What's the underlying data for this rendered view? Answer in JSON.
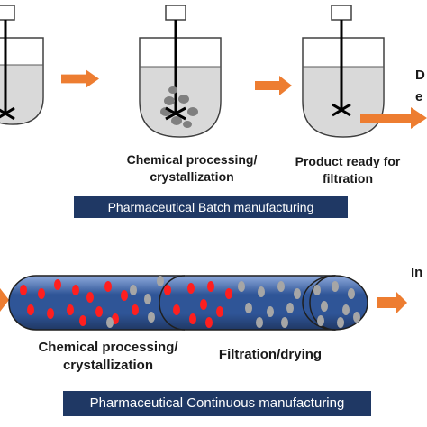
{
  "batch": {
    "step2_label_line1": "Chemical processing/",
    "step2_label_line2": "crystallization",
    "step3_label_line1": "Product ready for",
    "step3_label_line2": "filtration",
    "banner": "Pharmaceutical Batch manufacturing",
    "edge_text_line1": "D",
    "edge_text_line2": "e"
  },
  "continuous": {
    "step1_label_line1": "Chemical processing/",
    "step1_label_line2": "crystallization",
    "step2_label": "Filtration/drying",
    "banner": "Pharmaceutical Continuous manufacturing",
    "edge_text": "In"
  },
  "colors": {
    "arrow": "#ed7d31",
    "banner_bg": "#1f3864",
    "vessel_fill": "#d9d9d9",
    "tube_fill": "#2f5597",
    "red_particle": "#ff1f1f",
    "grey_particle": "#a6a6a6"
  }
}
